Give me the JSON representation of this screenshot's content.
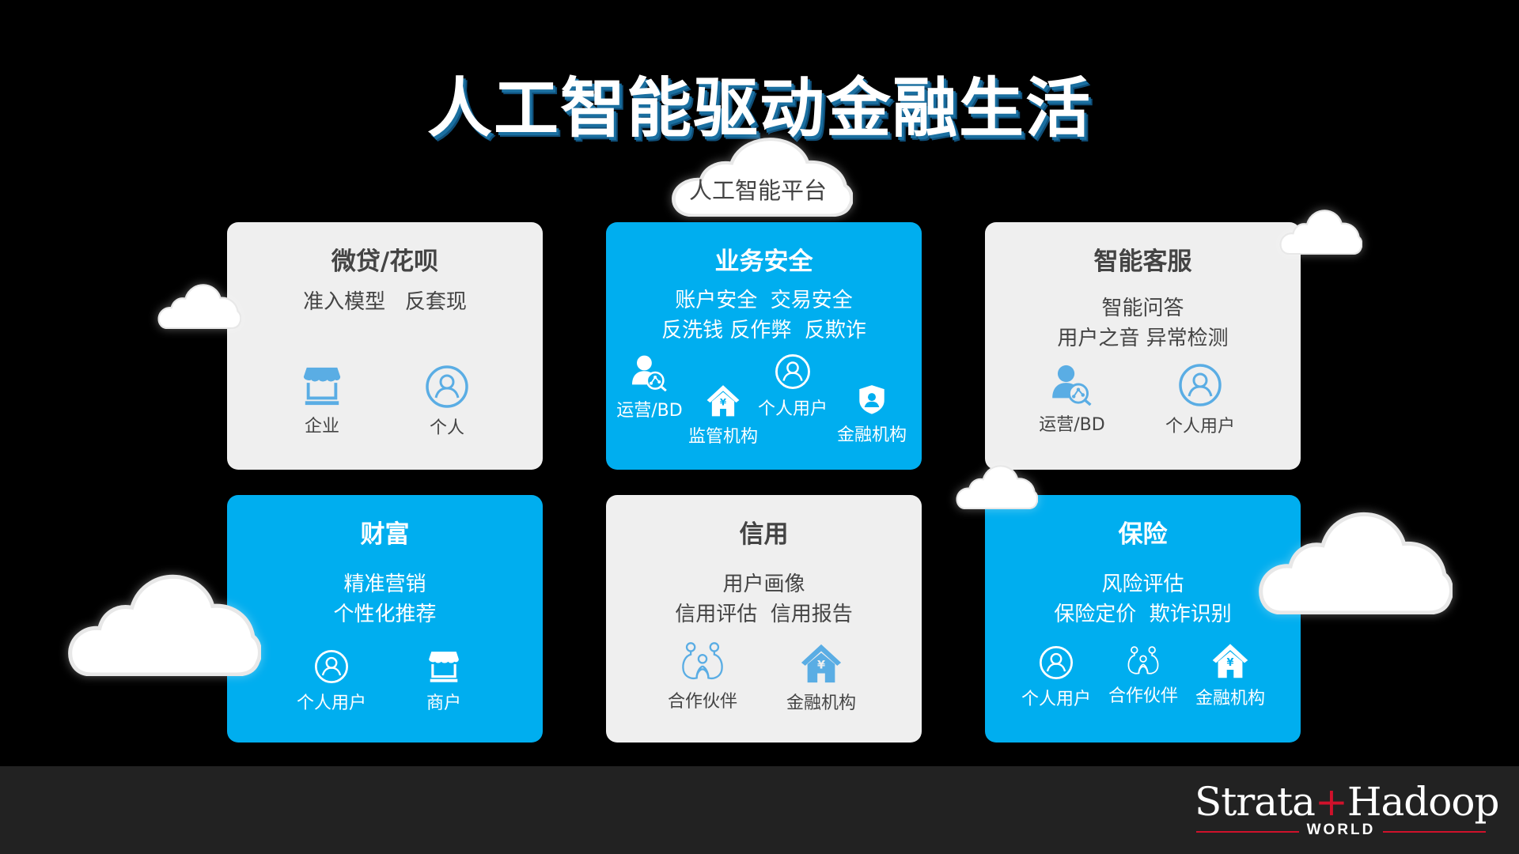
{
  "title": "人工智能驱动金融生活",
  "platform": {
    "label": "人工智能平台"
  },
  "colors": {
    "background": "#000000",
    "card_gray": "#efefef",
    "card_blue": "#00aeef",
    "icon_blue": "#5aade4",
    "footer": "#222222",
    "logo_accent": "#d0112b"
  },
  "cards": [
    {
      "title": "微贷/花呗",
      "style": "gray",
      "lines": [
        "准入模型   反套现"
      ],
      "entities": [
        {
          "label": "企业",
          "icon": "storefront-icon"
        },
        {
          "label": "个人",
          "icon": "user-circle-icon"
        }
      ]
    },
    {
      "title": "业务安全",
      "style": "blue",
      "lines": [
        "账户安全  交易安全",
        "反洗钱 反作弊  反欺诈"
      ],
      "entities": [
        {
          "label": "运营/BD",
          "icon": "user-analytics-icon"
        },
        {
          "label": "监管机构",
          "icon": "bank-house-icon"
        },
        {
          "label": "个人用户",
          "icon": "user-circle-icon"
        },
        {
          "label": "金融机构",
          "icon": "shield-user-icon"
        }
      ]
    },
    {
      "title": "智能客服",
      "style": "gray",
      "lines": [
        "智能问答",
        "用户之音 异常检测"
      ],
      "entities": [
        {
          "label": "运营/BD",
          "icon": "user-analytics-icon"
        },
        {
          "label": "个人用户",
          "icon": "user-circle-icon"
        }
      ]
    },
    {
      "title": "财富",
      "style": "blue",
      "lines": [
        "精准营销",
        "个性化推荐"
      ],
      "entities": [
        {
          "label": "个人用户",
          "icon": "user-circle-icon"
        },
        {
          "label": "商户",
          "icon": "storefront-icon"
        }
      ]
    },
    {
      "title": "信用",
      "style": "gray",
      "lines": [
        "用户画像",
        "信用评估  信用报告"
      ],
      "entities": [
        {
          "label": "合作伙伴",
          "icon": "partners-icon"
        },
        {
          "label": "金融机构",
          "icon": "bank-house-icon"
        }
      ]
    },
    {
      "title": "保险",
      "style": "blue",
      "lines": [
        "风险评估",
        "保险定价  欺诈识别"
      ],
      "entities": [
        {
          "label": "个人用户",
          "icon": "user-circle-icon"
        },
        {
          "label": "合作伙伴",
          "icon": "partners-icon"
        },
        {
          "label": "金融机构",
          "icon": "bank-house-icon"
        }
      ]
    }
  ],
  "footer": {
    "logo": {
      "part1": "Strata",
      "plus": "+",
      "part2": "Hadoop",
      "sub": "WORLD"
    }
  }
}
